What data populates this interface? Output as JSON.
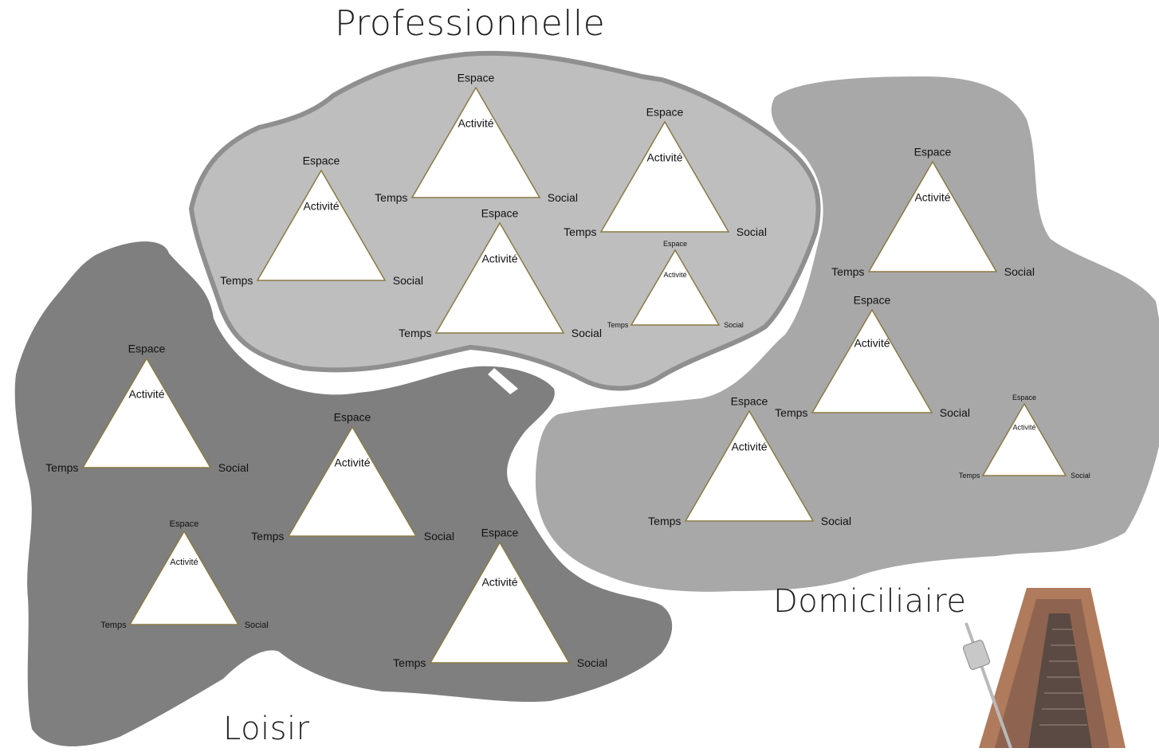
{
  "regions": [
    {
      "id": "professionnelle",
      "title": "Professionnelle",
      "fill": "#bebebe",
      "stroke": "#8f8f8f"
    },
    {
      "id": "domiciliaire",
      "title": "Domiciliaire",
      "fill": "#a8a8a8"
    },
    {
      "id": "loisir",
      "title": "Loisir",
      "fill": "#7f7f7f"
    }
  ],
  "triangle_labels": {
    "top": "Espace",
    "center": "Activité",
    "left": "Temps",
    "right": "Social"
  },
  "colors": {
    "triangle_fill": "#ffffff",
    "triangle_stroke": "#8a7a45",
    "metronome_body": "#b07a5c"
  },
  "icons": [
    "metronome-icon"
  ]
}
